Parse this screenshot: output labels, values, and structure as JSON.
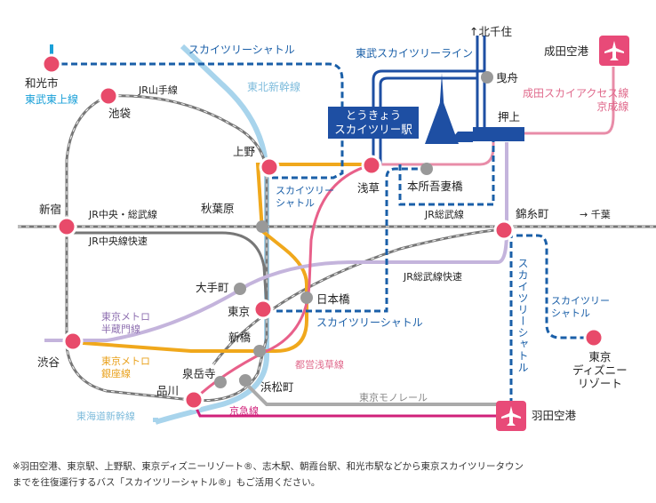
{
  "stations": {
    "wakoshi": "和光市",
    "ikebukuro": "池袋",
    "shinjuku": "新宿",
    "shibuya": "渋谷",
    "shinagawa": "品川",
    "sengakuji": "泉岳寺",
    "hamamatsucho": "浜松町",
    "shinbashi": "新橋",
    "tokyo": "東京",
    "otemachi": "大手町",
    "akihabara": "秋葉原",
    "ueno": "上野",
    "asakusa": "浅草",
    "honjo_azumabashi": "本所吾妻橋",
    "nihonbashi": "日本橋",
    "kinshicho": "錦糸町",
    "oshiage": "押上",
    "hikifune": "曳舟",
    "kitasenju": "↑北千住",
    "narita": "成田空港",
    "haneda": "羽田空港",
    "disney": "東京\nディズニー\nリゾート",
    "tokyo_skytree_station": "とうきょう\nスカイツリー駅"
  },
  "lines": {
    "shuttle_top": "スカイツリーシャトル",
    "shuttle_ueno": "スカイツリー\nシャトル",
    "shuttle_tokyo": "スカイツリーシャトル",
    "shuttle_haneda": "スカイツリーシャトル",
    "shuttle_disney": "スカイツリー\nシャトル",
    "tobu_skytree": "東武スカイツリーライン",
    "tobu_tojo": "東武東上線",
    "jr_yamanote": "JR山手線",
    "tohoku_shinkansen": "東北新幹線",
    "narita_access": "成田スカイアクセス線\n京成線",
    "jr_chuo_sobu": "JR中央・総武線",
    "jr_chuo_rapid": "JR中央線快速",
    "jr_sobu": "JR総武線",
    "to_chiba": "→ 千葉",
    "jr_sobu_rapid": "JR総武線快速",
    "hanzomon": "東京メトロ\n半蔵門線",
    "ginza": "東京メトロ\n銀座線",
    "asakusa_line": "都営浅草線",
    "monorail": "東京モノレール",
    "tokaido_shinkansen": "東海道新幹線",
    "keikyu": "京急線"
  },
  "note": "※羽田空港、東京駅、上野駅、東京ディズニーリゾート®、志木駅、朝霞台駅、和光市駅などから東京スカイツリータウン\nまでを往復運行するバス「スカイツリーシャトル®」もご活用ください。",
  "colors": {
    "shuttle": "#1a5fa8",
    "tobu": "#1e4fa3",
    "tojo": "#1aa0d8",
    "shinkansen": "#a8d4ec",
    "jr": "#777777",
    "orange": "#f0a81c",
    "pink": "#e88ca8",
    "asakusa": "#e8608a",
    "purple": "#c4b4dc",
    "monorail": "#aaaaaa",
    "keikyu": "#d0207a",
    "station": "#e84a6a",
    "airport": "#e84a78"
  },
  "icons": {
    "airport": "airplane-icon",
    "tower": "skytree-icon"
  }
}
